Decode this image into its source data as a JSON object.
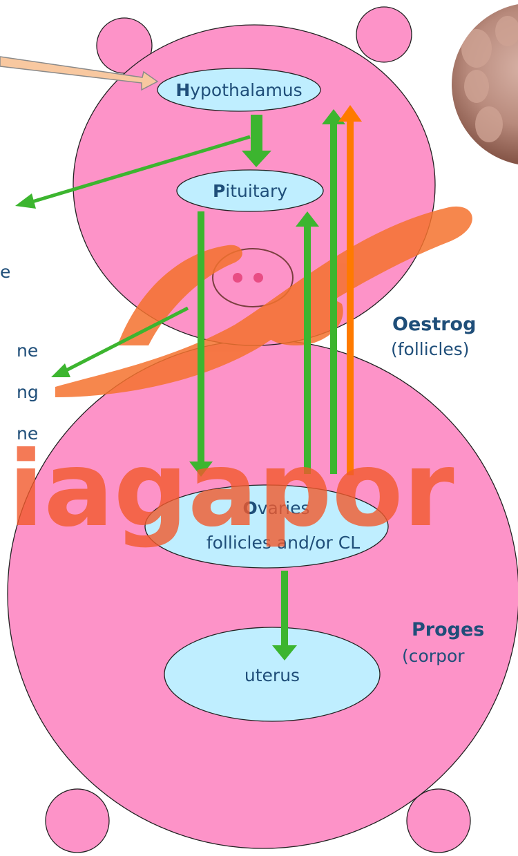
{
  "colors": {
    "body_pink": "#fd93c8",
    "node_blue": "#bfeeff",
    "arrow_green": "#3cb52f",
    "arrow_orange": "#ff7a00",
    "input_arrow_tan": "#f8c8a0",
    "text_navy": "#1f4e79",
    "watermark": "#f25a2c"
  },
  "nodes": {
    "hypothalamus": {
      "initial": "H",
      "rest": "ypothalamus"
    },
    "pituitary": {
      "initial": "P",
      "rest": "ituitary"
    },
    "ovaries": {
      "initial": "O",
      "rest": "varies",
      "line2": "follicles and/or CL"
    },
    "uterus": {
      "label": "uterus"
    }
  },
  "side_labels": {
    "left_fragment_1": "e",
    "left_fragment_2": "ne",
    "left_fragment_3": "ng",
    "left_fragment_4": "ne",
    "oestrogen_bold": "Oestrog",
    "oestrogen_sub": "(follicles)",
    "progesterone_bold": "Proges",
    "progesterone_sub": "(corpor"
  },
  "watermark": {
    "text": "iagapor"
  }
}
